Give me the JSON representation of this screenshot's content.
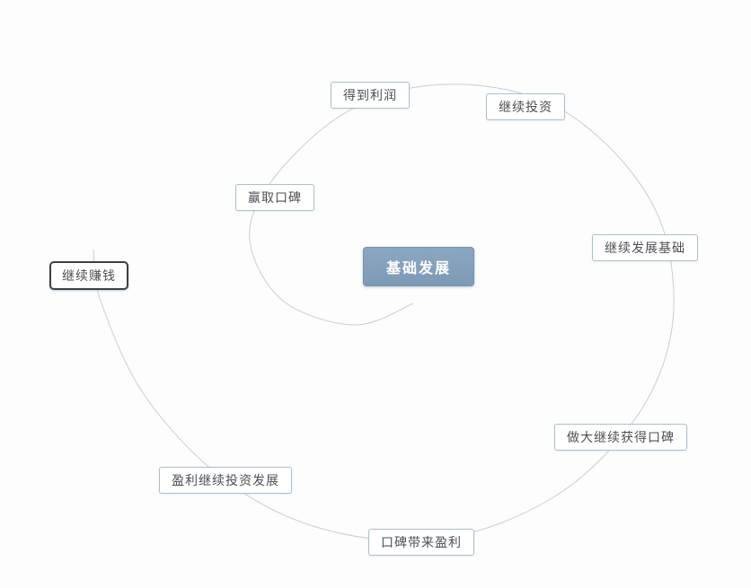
{
  "mindmap": {
    "center": {
      "label": "基础发展"
    },
    "nodes": [
      {
        "label": "得到利润",
        "selected": false
      },
      {
        "label": "继续投资",
        "selected": false
      },
      {
        "label": "继续发展基础",
        "selected": false
      },
      {
        "label": "做大继续获得口碑",
        "selected": false
      },
      {
        "label": "口碑带来盈利",
        "selected": false
      },
      {
        "label": "盈利继续投资发展",
        "selected": false
      },
      {
        "label": "继续赚钱",
        "selected": true
      },
      {
        "label": "赢取口碑",
        "selected": false
      }
    ],
    "colors": {
      "center_bg": "#7d9ab6",
      "center_text": "#ffffff",
      "node_border": "#a9bfd0",
      "selected_border": "#3b4047",
      "curve": "#c5ced6",
      "background": "#fdfdfd"
    }
  }
}
